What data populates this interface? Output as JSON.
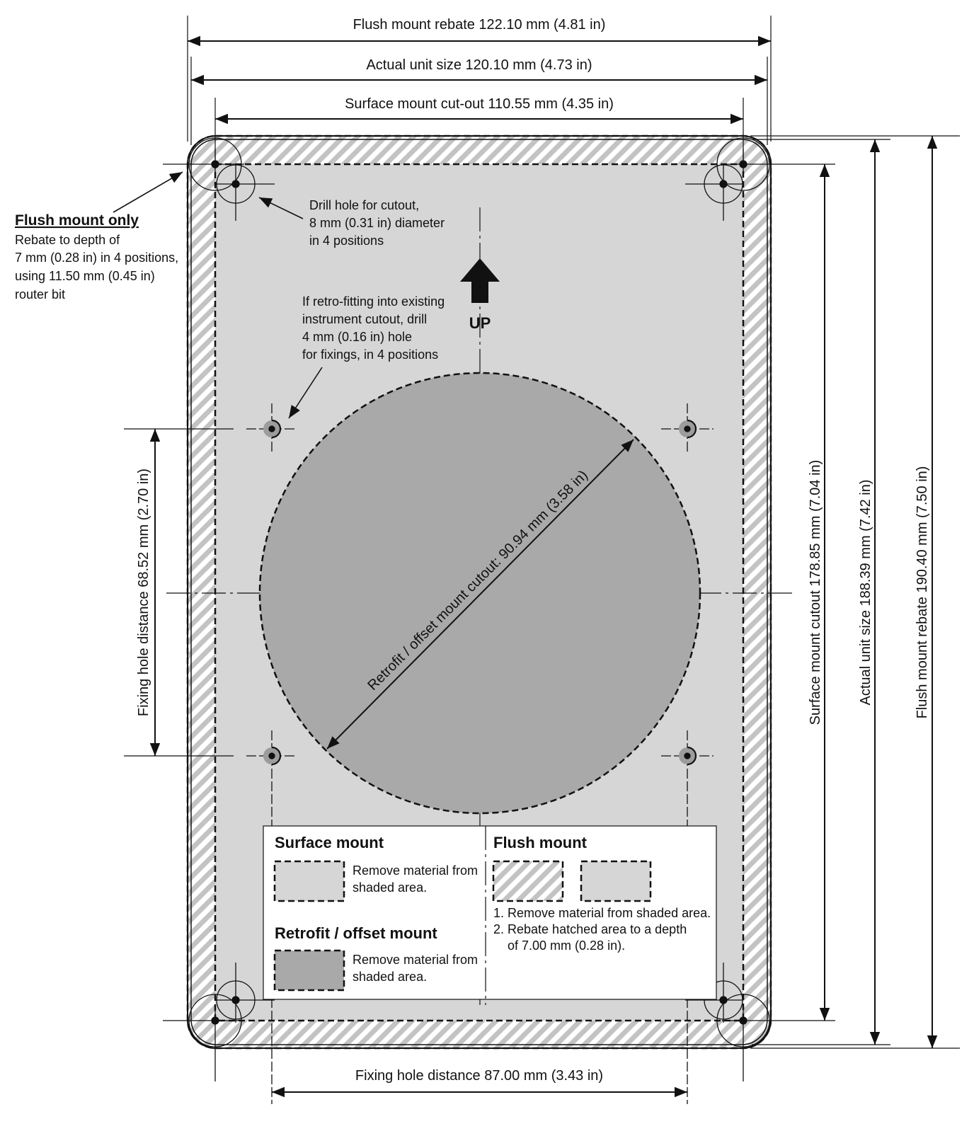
{
  "colors": {
    "panel": "#d6d6d6",
    "hatch_stripe": "#c3c3c3",
    "retrofit": "#a9a9a9",
    "line": "#111111",
    "background": "#ffffff"
  },
  "dimensions": {
    "flush_width": "Flush mount rebate 122.10  mm (4.81 in)",
    "unit_width": "Actual unit size 120.10  mm (4.73 in)",
    "surface_width": "Surface mount cut-out 110.55  mm (4.35 in)",
    "surface_height": "Surface mount cutout 178.85 mm (7.04 in)",
    "unit_height": "Actual unit size 188.39 mm (7.42 in)",
    "flush_height": "Flush mount rebate 190.40 mm (7.50 in)",
    "fixing_vertical": "Fixing hole distance 68.52 mm (2.70 in)",
    "fixing_horizontal": "Fixing hole distance 87.00 mm (3.43 in)",
    "retrofit_diameter": "Retrofit / offset mount cutout: 90.94 mm (3.58 in)"
  },
  "notes": {
    "flush_only": {
      "title": "Flush mount only",
      "lines": [
        "Rebate to depth of",
        "7 mm (0.28 in) in 4 positions,",
        "using 11.50 mm (0.45 in)",
        "router bit"
      ]
    },
    "drill_cutout": {
      "lines": [
        "Drill hole for cutout,",
        "8 mm (0.31 in) diameter",
        "in 4 positions"
      ]
    },
    "retrofit_fixing": {
      "lines": [
        "If retro-fitting into existing",
        "instrument cutout, drill",
        "4 mm (0.16 in) hole",
        "for fixings, in 4 positions"
      ]
    },
    "up_label": "UP"
  },
  "legend": {
    "surface_title": "Surface mount",
    "surface_text": [
      "Remove material from",
      "shaded area."
    ],
    "retrofit_title": "Retrofit / offset mount",
    "retrofit_text": [
      "Remove material from",
      "shaded area."
    ],
    "flush_title": "Flush mount",
    "flush_steps": [
      "1. Remove material from shaded area.",
      "2. Rebate hatched area to a depth",
      "of 7.00 mm (0.28 in)."
    ]
  }
}
